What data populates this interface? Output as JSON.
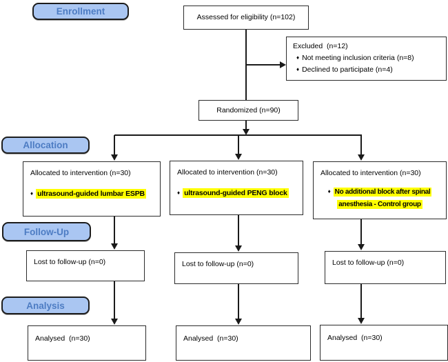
{
  "flow": {
    "bullet_char": "♦",
    "stages": {
      "enrollment": "Enrollment",
      "allocation": "Allocation",
      "followup": "Follow-Up",
      "analysis": "Analysis"
    },
    "assessed": "Assessed for eligibility (n=102)",
    "excluded": {
      "title": "Excluded  (n=12)",
      "bullets": [
        "Not meeting inclusion criteria (n=8)",
        "Declined to participate (n=4)"
      ]
    },
    "randomized": "Randomized (n=90)",
    "arms": [
      {
        "allocated": "Allocated to intervention (n=30)",
        "intervention_lines": [
          "ultrasound-guided lumbar ESPB"
        ],
        "lost": "Lost to follow-up (n=0)",
        "analysed": "Analysed  (n=30)"
      },
      {
        "allocated": "Allocated to intervention (n=30)",
        "intervention_lines": [
          "ultrasound-guided PENG block"
        ],
        "lost": "Lost to follow-up (n=0)",
        "analysed": "Analysed  (n=30)"
      },
      {
        "allocated": "Allocated to intervention (n=30)",
        "intervention_lines": [
          "No additional block after spinal",
          "anesthesia - Control group"
        ],
        "lost": "Lost to follow-up (n=0)",
        "analysed": "Analysed  (n=30)"
      }
    ],
    "colors": {
      "stage_fill": "#aac6f2",
      "stage_text": "#4d7cc3",
      "highlight": "#ffff00",
      "line": "#1a1a1a"
    }
  }
}
